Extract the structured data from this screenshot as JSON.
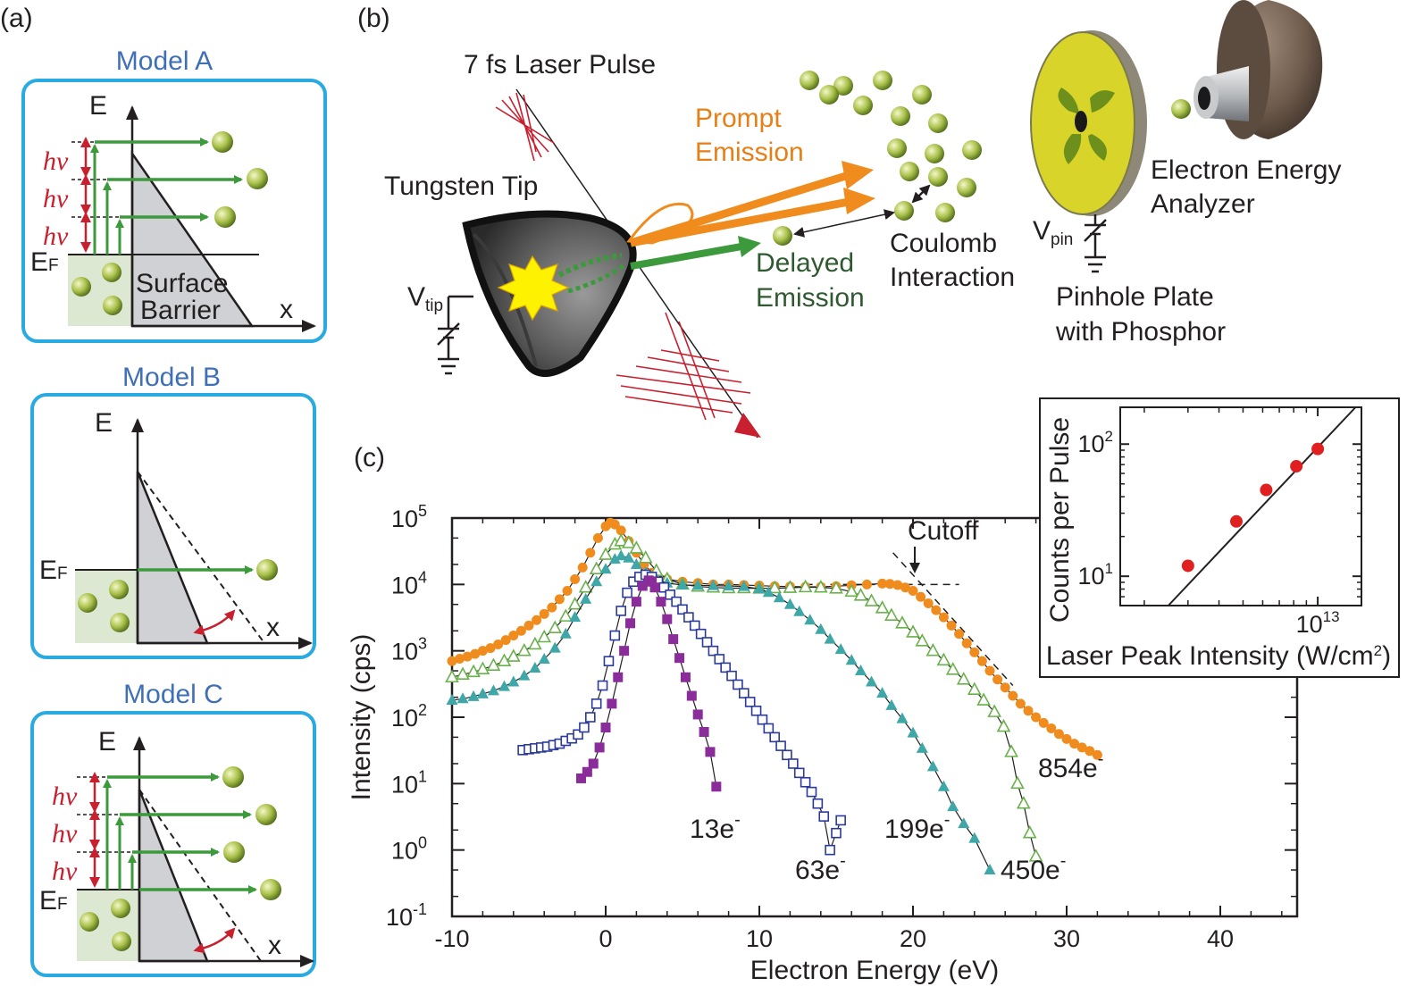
{
  "panels": {
    "a": "(a)",
    "b": "(b)",
    "c": "(c)"
  },
  "models": {
    "a": {
      "title": "Model A",
      "e_axis": "E",
      "x_axis": "x",
      "fermi": "E",
      "fermi_sub": "F",
      "hv": [
        "hv",
        "hv",
        "hv"
      ],
      "barrier_1": "Surface",
      "barrier_2": "Barrier"
    },
    "b": {
      "title": "Model B",
      "e_axis": "E",
      "x_axis": "x",
      "fermi": "E",
      "fermi_sub": "F"
    },
    "c": {
      "title": "Model C",
      "e_axis": "E",
      "x_axis": "x",
      "fermi": "E",
      "fermi_sub": "F",
      "hv": [
        "hv",
        "hv",
        "hv"
      ]
    }
  },
  "setup": {
    "laser": "7 fs Laser Pulse",
    "tip": "Tungsten Tip",
    "vtip_main": "V",
    "vtip_sub": "tip",
    "prompt_1": "Prompt",
    "prompt_2": "Emission",
    "delayed_1": "Delayed",
    "delayed_2": "Emission",
    "coulomb_1": "Coulomb",
    "coulomb_2": "Interaction",
    "vpin_main": "V",
    "vpin_sub": "pin",
    "pinhole_1": "Pinhole Plate",
    "pinhole_2": "with Phosphor",
    "analyzer_1": "Electron Energy",
    "analyzer_2": "Analyzer"
  },
  "colors": {
    "frame_blue": "#29aae1",
    "green_arrow": "#3c9a3c",
    "red_hv": "#c8202f",
    "orange": "#f08c1e",
    "teal": "#3fa7a7",
    "purple": "#8b2c9b",
    "navy": "#2b3a9a",
    "light_green": "#6ab04c",
    "inset_red": "#e02020",
    "phosphor_yellow": "#d8d42a"
  },
  "chart_data": {
    "type": "scatter",
    "xlabel": "Electron Energy (eV)",
    "ylabel": "Intensity (cps)",
    "xlim": [
      -10,
      45
    ],
    "ylim_log10": [
      -1,
      5
    ],
    "x_ticks": [
      "-10",
      "0",
      "10",
      "20",
      "30",
      "40"
    ],
    "y_tick_base": "10",
    "y_tick_exponents": [
      "5",
      "4",
      "3",
      "2",
      "1",
      "0",
      "-1"
    ],
    "cutoff_label": "Cutoff",
    "series": [
      {
        "name": "854e",
        "marker": "filled-circle",
        "color": "#f08c1e",
        "points": [
          [
            -10.0,
            700
          ],
          [
            -9.5,
            760
          ],
          [
            -9.0,
            820
          ],
          [
            -8.5,
            900
          ],
          [
            -8.0,
            1000
          ],
          [
            -7.5,
            1100
          ],
          [
            -7.0,
            1250
          ],
          [
            -6.5,
            1450
          ],
          [
            -6.0,
            1700
          ],
          [
            -5.5,
            2000
          ],
          [
            -5.0,
            2400
          ],
          [
            -4.5,
            2900
          ],
          [
            -4.0,
            3600
          ],
          [
            -3.5,
            4500
          ],
          [
            -3.0,
            6000
          ],
          [
            -2.5,
            8000
          ],
          [
            -2.0,
            12000
          ],
          [
            -1.5,
            18000
          ],
          [
            -1.0,
            30000
          ],
          [
            -0.5,
            50000
          ],
          [
            0.0,
            75000
          ],
          [
            0.3,
            85000
          ],
          [
            0.6,
            80000
          ],
          [
            1.0,
            65000
          ],
          [
            1.5,
            45000
          ],
          [
            2.0,
            30000
          ],
          [
            2.5,
            20000
          ],
          [
            3.0,
            15000
          ],
          [
            4.0,
            12000
          ],
          [
            5.0,
            11000
          ],
          [
            6.0,
            10500
          ],
          [
            7.0,
            10000
          ],
          [
            8.0,
            10000
          ],
          [
            9.0,
            9800
          ],
          [
            10.0,
            9600
          ],
          [
            11.0,
            9400
          ],
          [
            12.0,
            9300
          ],
          [
            13.0,
            9200
          ],
          [
            14.0,
            9200
          ],
          [
            15.0,
            9400
          ],
          [
            16.0,
            9700
          ],
          [
            17.0,
            10000
          ],
          [
            18.0,
            10300
          ],
          [
            18.5,
            10200
          ],
          [
            19.0,
            9800
          ],
          [
            19.5,
            9000
          ],
          [
            20.0,
            8000
          ],
          [
            20.5,
            6500
          ],
          [
            21.0,
            5200
          ],
          [
            21.5,
            4100
          ],
          [
            22.0,
            3200
          ],
          [
            22.5,
            2400
          ],
          [
            23.0,
            1800
          ],
          [
            23.5,
            1300
          ],
          [
            24.0,
            950
          ],
          [
            24.5,
            700
          ],
          [
            25.0,
            500
          ],
          [
            25.5,
            370
          ],
          [
            26.0,
            280
          ],
          [
            26.5,
            210
          ],
          [
            27.0,
            160
          ],
          [
            27.5,
            125
          ],
          [
            28.0,
            100
          ],
          [
            28.5,
            82
          ],
          [
            29.0,
            68
          ],
          [
            29.5,
            56
          ],
          [
            30.0,
            47
          ],
          [
            30.5,
            40
          ],
          [
            31.0,
            35
          ],
          [
            31.5,
            31
          ],
          [
            32.0,
            27
          ]
        ]
      },
      {
        "name": "450e",
        "marker": "open-triangle",
        "color": "#6ab04c",
        "points": [
          [
            -10.0,
            400
          ],
          [
            -9.3,
            440
          ],
          [
            -8.6,
            480
          ],
          [
            -8.0,
            530
          ],
          [
            -7.3,
            600
          ],
          [
            -6.6,
            700
          ],
          [
            -6.0,
            820
          ],
          [
            -5.3,
            1000
          ],
          [
            -4.6,
            1250
          ],
          [
            -4.0,
            1600
          ],
          [
            -3.3,
            2200
          ],
          [
            -2.6,
            3300
          ],
          [
            -2.0,
            5000
          ],
          [
            -1.3,
            9000
          ],
          [
            -0.6,
            17000
          ],
          [
            0.0,
            28000
          ],
          [
            0.6,
            40000
          ],
          [
            1.0,
            45000
          ],
          [
            1.5,
            42000
          ],
          [
            2.0,
            35000
          ],
          [
            2.6,
            25000
          ],
          [
            3.3,
            16000
          ],
          [
            4.0,
            12000
          ],
          [
            5.0,
            10000
          ],
          [
            6.0,
            9300
          ],
          [
            7.0,
            9000
          ],
          [
            8.0,
            8800
          ],
          [
            9.0,
            8800
          ],
          [
            10.0,
            8700
          ],
          [
            11.0,
            8800
          ],
          [
            12.0,
            8900
          ],
          [
            13.0,
            9100
          ],
          [
            14.0,
            9000
          ],
          [
            15.0,
            8700
          ],
          [
            16.0,
            7800
          ],
          [
            16.6,
            6800
          ],
          [
            17.3,
            5600
          ],
          [
            18.0,
            4400
          ],
          [
            18.6,
            3400
          ],
          [
            19.3,
            2600
          ],
          [
            20.0,
            1900
          ],
          [
            20.6,
            1400
          ],
          [
            21.3,
            1000
          ],
          [
            22.0,
            720
          ],
          [
            22.6,
            520
          ],
          [
            23.3,
            370
          ],
          [
            24.0,
            260
          ],
          [
            24.6,
            180
          ],
          [
            25.3,
            120
          ],
          [
            25.9,
            72
          ],
          [
            26.4,
            30
          ],
          [
            26.8,
            10
          ],
          [
            27.2,
            5
          ],
          [
            27.6,
            1.8
          ],
          [
            28.0,
            0.8
          ]
        ]
      },
      {
        "name": "199e",
        "marker": "filled-triangle",
        "color": "#3fa7a7",
        "points": [
          [
            -10.0,
            180
          ],
          [
            -9.3,
            190
          ],
          [
            -8.6,
            205
          ],
          [
            -8.0,
            225
          ],
          [
            -7.3,
            250
          ],
          [
            -6.6,
            290
          ],
          [
            -6.0,
            340
          ],
          [
            -5.3,
            420
          ],
          [
            -4.6,
            550
          ],
          [
            -4.0,
            750
          ],
          [
            -3.3,
            1100
          ],
          [
            -2.6,
            1800
          ],
          [
            -2.0,
            3200
          ],
          [
            -1.3,
            6000
          ],
          [
            -0.6,
            11000
          ],
          [
            0.0,
            17000
          ],
          [
            0.6,
            24000
          ],
          [
            1.0,
            27000
          ],
          [
            1.5,
            25000
          ],
          [
            2.0,
            20000
          ],
          [
            2.6,
            15000
          ],
          [
            3.3,
            12000
          ],
          [
            4.0,
            10500
          ],
          [
            5.0,
            9800
          ],
          [
            6.0,
            9700
          ],
          [
            7.0,
            9600
          ],
          [
            8.0,
            9500
          ],
          [
            9.0,
            9300
          ],
          [
            10.0,
            8600
          ],
          [
            10.6,
            7600
          ],
          [
            11.3,
            6300
          ],
          [
            12.0,
            5000
          ],
          [
            12.6,
            3900
          ],
          [
            13.3,
            2900
          ],
          [
            14.0,
            2100
          ],
          [
            14.6,
            1500
          ],
          [
            15.3,
            1050
          ],
          [
            16.0,
            720
          ],
          [
            16.6,
            500
          ],
          [
            17.3,
            340
          ],
          [
            18.0,
            230
          ],
          [
            18.6,
            150
          ],
          [
            19.3,
            95
          ],
          [
            20.0,
            58
          ],
          [
            20.6,
            34
          ],
          [
            21.3,
            18
          ],
          [
            22.0,
            9
          ],
          [
            22.6,
            4.5
          ],
          [
            23.3,
            2.5
          ],
          [
            24.0,
            1.5
          ],
          [
            25.0,
            0.5
          ]
        ]
      },
      {
        "name": "63e",
        "marker": "open-square",
        "color": "#2b3a9a",
        "points": [
          [
            -5.4,
            32
          ],
          [
            -5.0,
            33
          ],
          [
            -4.6,
            34
          ],
          [
            -4.2,
            35
          ],
          [
            -3.8,
            36
          ],
          [
            -3.4,
            38
          ],
          [
            -3.0,
            40
          ],
          [
            -2.6,
            44
          ],
          [
            -2.2,
            48
          ],
          [
            -1.8,
            55
          ],
          [
            -1.4,
            70
          ],
          [
            -1.0,
            100
          ],
          [
            -0.6,
            160
          ],
          [
            -0.2,
            300
          ],
          [
            0.2,
            700
          ],
          [
            0.6,
            1700
          ],
          [
            1.0,
            4000
          ],
          [
            1.4,
            7500
          ],
          [
            1.8,
            11000
          ],
          [
            2.2,
            13000
          ],
          [
            2.6,
            14000
          ],
          [
            3.0,
            13000
          ],
          [
            3.4,
            11000
          ],
          [
            3.8,
            9000
          ],
          [
            4.2,
            7000
          ],
          [
            4.6,
            5500
          ],
          [
            5.0,
            4200
          ],
          [
            5.4,
            3200
          ],
          [
            5.8,
            2400
          ],
          [
            6.2,
            1800
          ],
          [
            6.6,
            1350
          ],
          [
            7.0,
            1000
          ],
          [
            7.4,
            750
          ],
          [
            7.8,
            560
          ],
          [
            8.2,
            420
          ],
          [
            8.6,
            310
          ],
          [
            9.0,
            230
          ],
          [
            9.4,
            170
          ],
          [
            9.8,
            125
          ],
          [
            10.2,
            92
          ],
          [
            10.6,
            68
          ],
          [
            11.0,
            50
          ],
          [
            11.4,
            37
          ],
          [
            11.8,
            27
          ],
          [
            12.2,
            20
          ],
          [
            12.6,
            14.5
          ],
          [
            13.0,
            10.5
          ],
          [
            13.4,
            7.5
          ],
          [
            13.8,
            5
          ],
          [
            14.2,
            3.2
          ],
          [
            14.6,
            1.0
          ],
          [
            15.0,
            1.8
          ],
          [
            15.3,
            2.8
          ]
        ]
      },
      {
        "name": "13e",
        "marker": "filled-square",
        "color": "#8b2c9b",
        "points": [
          [
            -1.6,
            12
          ],
          [
            -1.2,
            15
          ],
          [
            -0.8,
            20
          ],
          [
            -0.4,
            35
          ],
          [
            0.0,
            70
          ],
          [
            0.4,
            160
          ],
          [
            0.8,
            400
          ],
          [
            1.2,
            1000
          ],
          [
            1.6,
            2600
          ],
          [
            2.0,
            5500
          ],
          [
            2.4,
            9500
          ],
          [
            2.8,
            11500
          ],
          [
            3.0,
            11000
          ],
          [
            3.2,
            9000
          ],
          [
            3.6,
            5500
          ],
          [
            4.0,
            3000
          ],
          [
            4.4,
            1500
          ],
          [
            4.8,
            780
          ],
          [
            5.2,
            400
          ],
          [
            5.6,
            210
          ],
          [
            6.0,
            110
          ],
          [
            6.4,
            60
          ],
          [
            6.8,
            30
          ],
          [
            7.2,
            9
          ]
        ]
      }
    ],
    "series_labels": [
      "854e",
      "450e",
      "199e",
      "63e",
      "13e"
    ],
    "superscript": "-",
    "inset": {
      "type": "scatter",
      "xlabel_main": "Laser Peak Intensity (W/cm",
      "xlabel_sup": "2",
      "xlabel_end": ")",
      "ylabel": "Counts per Pulse",
      "x_tick_base": "10",
      "x_tick_exp": "13",
      "y_tick_base": "10",
      "y_tick_exponents": [
        "2",
        "1"
      ],
      "xlim": [
        1600000000000.0,
        15000000000000.0
      ],
      "ylim": [
        6,
        190
      ],
      "points": [
        [
          3000000000000.0,
          12
        ],
        [
          4700000000000.0,
          26
        ],
        [
          6200000000000.0,
          45
        ],
        [
          8200000000000.0,
          68
        ],
        [
          10000000000000.0,
          92
        ]
      ],
      "fit_line": [
        [
          2500000000000.0,
          6
        ],
        [
          14200000000000.0,
          190
        ]
      ]
    }
  }
}
